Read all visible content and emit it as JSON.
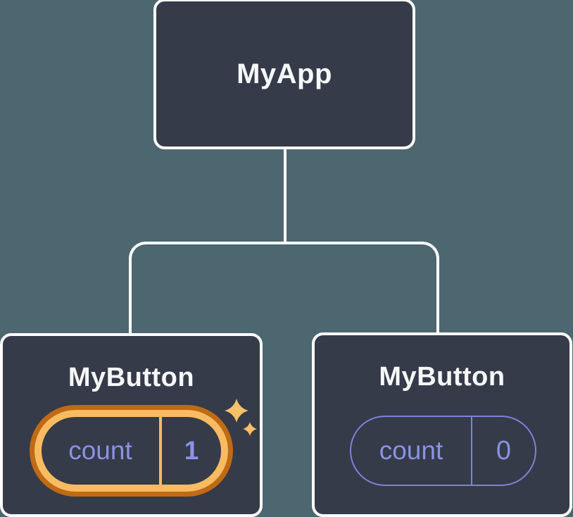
{
  "diagram": {
    "description": "React component tree: root app with two button children holding isolated state",
    "background_color": "#4c6770",
    "node_fill_color": "#353b48",
    "connector_color": "#ffffff",
    "state_text_color": "#8a92e3",
    "state_border_color": "#7b83de",
    "highlight_outer_color": "#c06a14",
    "highlight_inner_color": "#f8bb61",
    "root": {
      "label": "MyApp"
    },
    "children": [
      {
        "label": "MyButton",
        "state_name": "count",
        "state_value": "1",
        "highlighted": true
      },
      {
        "label": "MyButton",
        "state_name": "count",
        "state_value": "0",
        "highlighted": false
      }
    ]
  }
}
